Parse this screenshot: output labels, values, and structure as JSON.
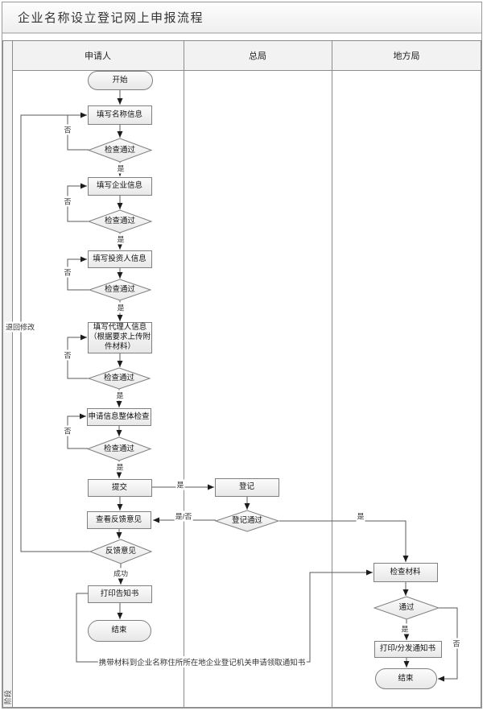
{
  "title": "企业名称设立登记网上申报流程",
  "phase_label": "阶段",
  "lanes": {
    "applicant": "申请人",
    "general_bureau": "总局",
    "local_bureau": "地方局"
  },
  "nodes": {
    "start": "开始",
    "fill_name_info": "填写名称信息",
    "check_pass": "检查通过",
    "fill_company_info": "填写企业信息",
    "fill_investor_info": "填写投资人信息",
    "fill_agent_info": "填写代理人信息（根据要求上传附件材料）",
    "overall_check": "申请信息整体检查",
    "submit": "提交",
    "view_feedback": "查看反馈意见",
    "feedback": "反馈意见",
    "print_notice": "打印告知书",
    "end": "结束",
    "register": "登记",
    "register_pass": "登记通过",
    "check_materials": "检查材料",
    "pass": "通过",
    "print_distribute_notice": "打印/分发通知书"
  },
  "edge_labels": {
    "yes": "是",
    "no": "否",
    "yes_no": "是/否",
    "success": "成功",
    "return_modify": "退回修改",
    "bring_materials": "携带材料到企业名称住所所在地企业登记机关申请领取通知书"
  },
  "colors": {
    "connector": "#595959",
    "shape_border": "#7f7f7f",
    "header_fill": "#f2f2f2"
  }
}
